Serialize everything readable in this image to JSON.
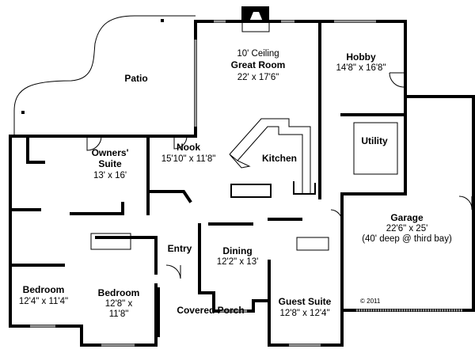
{
  "rooms": [
    {
      "id": "patio",
      "name": "Patio"
    },
    {
      "id": "great-room",
      "note": "10' Ceiling",
      "name": "Great Room",
      "size": "22' x 17'6\""
    },
    {
      "id": "hobby",
      "name": "Hobby",
      "size": "14'8\" x 16'8\""
    },
    {
      "id": "owners-suite",
      "name": "Owners' Suite",
      "name_line1": "Owners'",
      "name_line2": "Suite",
      "size": "13' x 16'"
    },
    {
      "id": "nook",
      "name": "Nook",
      "size": "15'10\" x 11'8\""
    },
    {
      "id": "kitchen",
      "name": "Kitchen"
    },
    {
      "id": "utility",
      "name": "Utility"
    },
    {
      "id": "garage",
      "name": "Garage",
      "size": "22'6\" x 25'",
      "note": "(40' deep @ third bay)"
    },
    {
      "id": "entry",
      "name": "Entry"
    },
    {
      "id": "dining",
      "name": "Dining",
      "size": "12'2\" x 13'"
    },
    {
      "id": "bedroom-1",
      "name": "Bedroom",
      "size": "12'4\" x 11'4\""
    },
    {
      "id": "bedroom-2",
      "name": "Bedroom",
      "size_line1": "12'8\" x",
      "size_line2": "11'8\""
    },
    {
      "id": "covered-porch",
      "name": "Covered Porch"
    },
    {
      "id": "guest-suite",
      "name": "Guest Suite",
      "size": "12'8\" x 12'4\""
    }
  ],
  "copyright": "© 2011"
}
